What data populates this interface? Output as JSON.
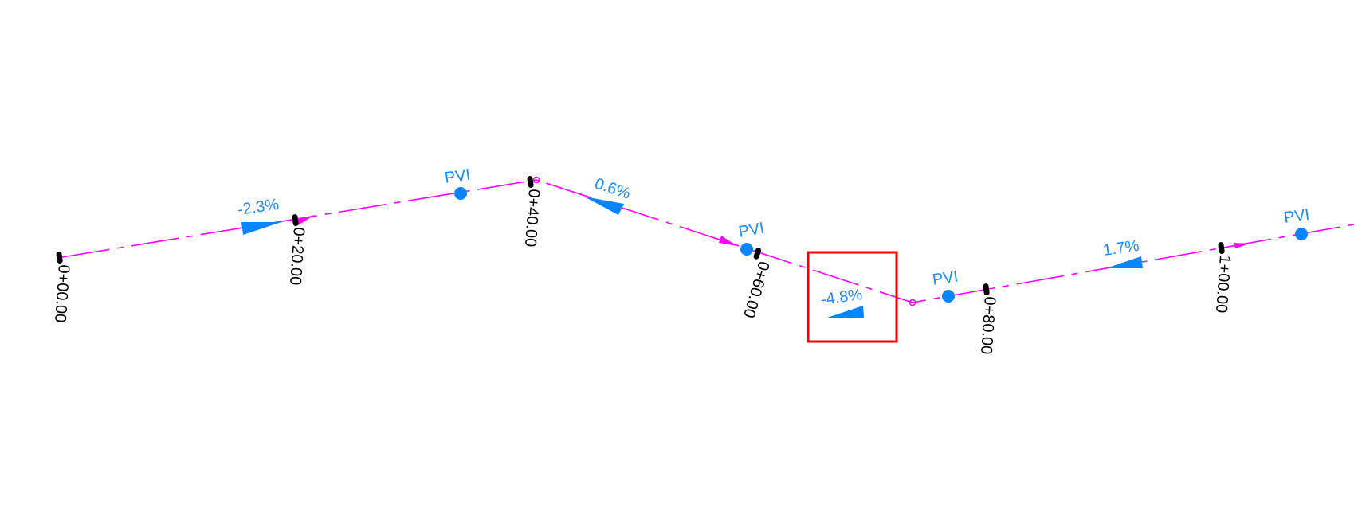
{
  "colors": {
    "alignment": "#ff00ff",
    "pvi": "#0a84ff",
    "label": "#1a8cff",
    "tick": "#000000",
    "highlight": "#ff0000",
    "background": "#ffffff"
  },
  "stations": [
    {
      "label": "0+00.00"
    },
    {
      "label": "0+20.00"
    },
    {
      "label": "0+40.00"
    },
    {
      "label": "0+60.00"
    },
    {
      "label": "0+80.00"
    },
    {
      "label": "1+00.00"
    }
  ],
  "pvis": [
    {
      "label": "PVI"
    },
    {
      "label": "PVI"
    },
    {
      "label": "PVI"
    },
    {
      "label": "PVI"
    }
  ],
  "grades": [
    {
      "label": "-2.3%"
    },
    {
      "label": "0.6%"
    },
    {
      "label": "-4.8%"
    },
    {
      "label": "1.7%"
    }
  ],
  "highlight": {
    "target": "-4.8%"
  }
}
